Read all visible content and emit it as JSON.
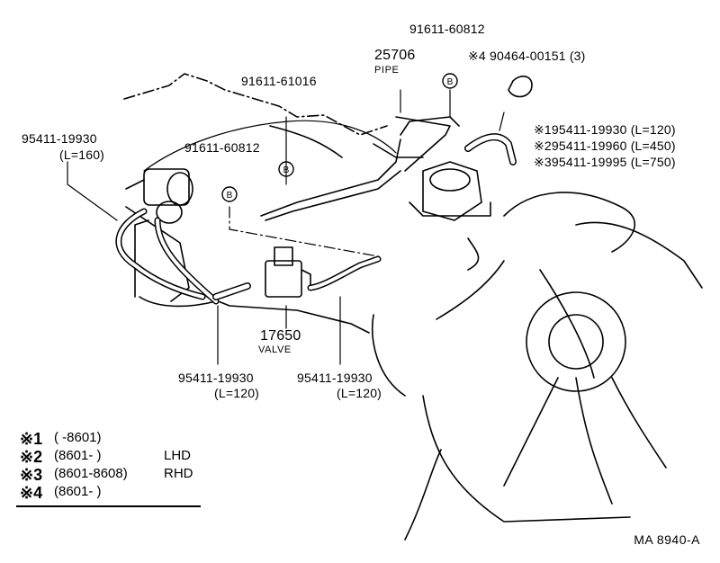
{
  "parts": {
    "p1": "91611-60812",
    "pipe_no": "25706",
    "pipe_name": "PIPE",
    "p4": "※4 90464-00151 (3)",
    "p_mid": "91611-61016",
    "hose_left_no": "95411-19930",
    "hose_left_len": "(L=160)",
    "p_left": "91611-60812",
    "hose1": "※195411-19930 (L=120)",
    "hose2": "※295411-19960 (L=450)",
    "hose3": "※395411-19995 (L=750)",
    "valve_no": "17650",
    "valve_name": "VALVE",
    "hose_bl_no": "95411-19930",
    "hose_bl_len": "(L=120)",
    "hose_br_no": "95411-19930",
    "hose_br_len": "(L=120)"
  },
  "bolt_marker": "B",
  "legend": [
    {
      "mark": "※1",
      "range": "(       -8601)",
      "side": ""
    },
    {
      "mark": "※2",
      "range": "(8601-       )",
      "side": "LHD"
    },
    {
      "mark": "※3",
      "range": "(8601-8608)",
      "side": "RHD"
    },
    {
      "mark": "※4",
      "range": "(8601-       )",
      "side": ""
    }
  ],
  "diagram_code": "MA  8940-A"
}
